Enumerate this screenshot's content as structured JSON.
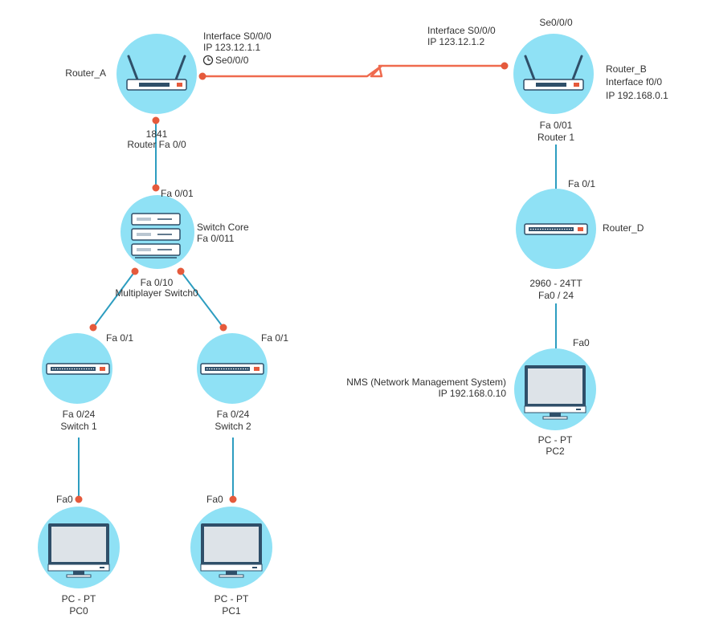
{
  "colors": {
    "node_circle": "#8fe1f5",
    "link_blue": "#2d9dc0",
    "serial_orange": "#ef6a4e",
    "port_dot": "#e55a3c",
    "device_dark": "#2f4f69",
    "label_text": "#333333"
  },
  "nodes": {
    "router_a": {
      "label": "Router_A",
      "model": "1841",
      "icon": "wireless-router-icon"
    },
    "router_b": {
      "label": "Router_B",
      "icon": "wireless-router-icon"
    },
    "switch_core": {
      "label": "Switch Core",
      "icon": "rack-server-icon"
    },
    "router_d": {
      "label": "Router_D",
      "icon": "network-switch-icon"
    },
    "switch1": {
      "label": "Switch 1",
      "icon": "network-switch-icon"
    },
    "switch2": {
      "label": "Switch 2",
      "icon": "network-switch-icon"
    },
    "pc0": {
      "label": "PC0",
      "type": "PC - PT",
      "icon": "desktop-monitor-icon"
    },
    "pc1": {
      "label": "PC1",
      "type": "PC - PT",
      "icon": "desktop-monitor-icon"
    },
    "pc2": {
      "label": "PC2",
      "type": "PC - PT",
      "icon": "desktop-monitor-icon"
    }
  },
  "labels": {
    "router_a_iface": "Interface S0/0/0",
    "router_a_ip": "IP 123.12.1.1",
    "router_a_serial": "Se0/0/0",
    "router_a_fa": "Router Fa 0/0",
    "router_b_serial": "Se0/0/0",
    "router_b_iface_serial": "Interface S0/0/0",
    "router_b_ip_serial": "IP 123.12.1.2",
    "router_b_iface": "Interface f0/0",
    "router_b_ip": "IP 192.168.0.1",
    "router_b_fa": "Fa 0/01",
    "router_b_sub": "Router 1",
    "router_d_fa": "Fa 0/1",
    "router_d_model": "2960 - 24TT",
    "router_d_port": "Fa0 / 24",
    "core_fa_top": "Fa 0/01",
    "core_fa_side": "Fa 0/011",
    "core_fa_bottom": "Fa 0/10",
    "core_sub": "Multiplayer Switch0",
    "sw1_fa_top": "Fa 0/1",
    "sw1_fa_bottom": "Fa 0/24",
    "sw2_fa_top": "Fa 0/1",
    "sw2_fa_bottom": "Fa 0/24",
    "pc0_fa": "Fa0",
    "pc1_fa": "Fa0",
    "pc2_fa": "Fa0",
    "nms_name": "NMS (Network Management System)",
    "nms_ip": "IP 192.168.0.10"
  }
}
